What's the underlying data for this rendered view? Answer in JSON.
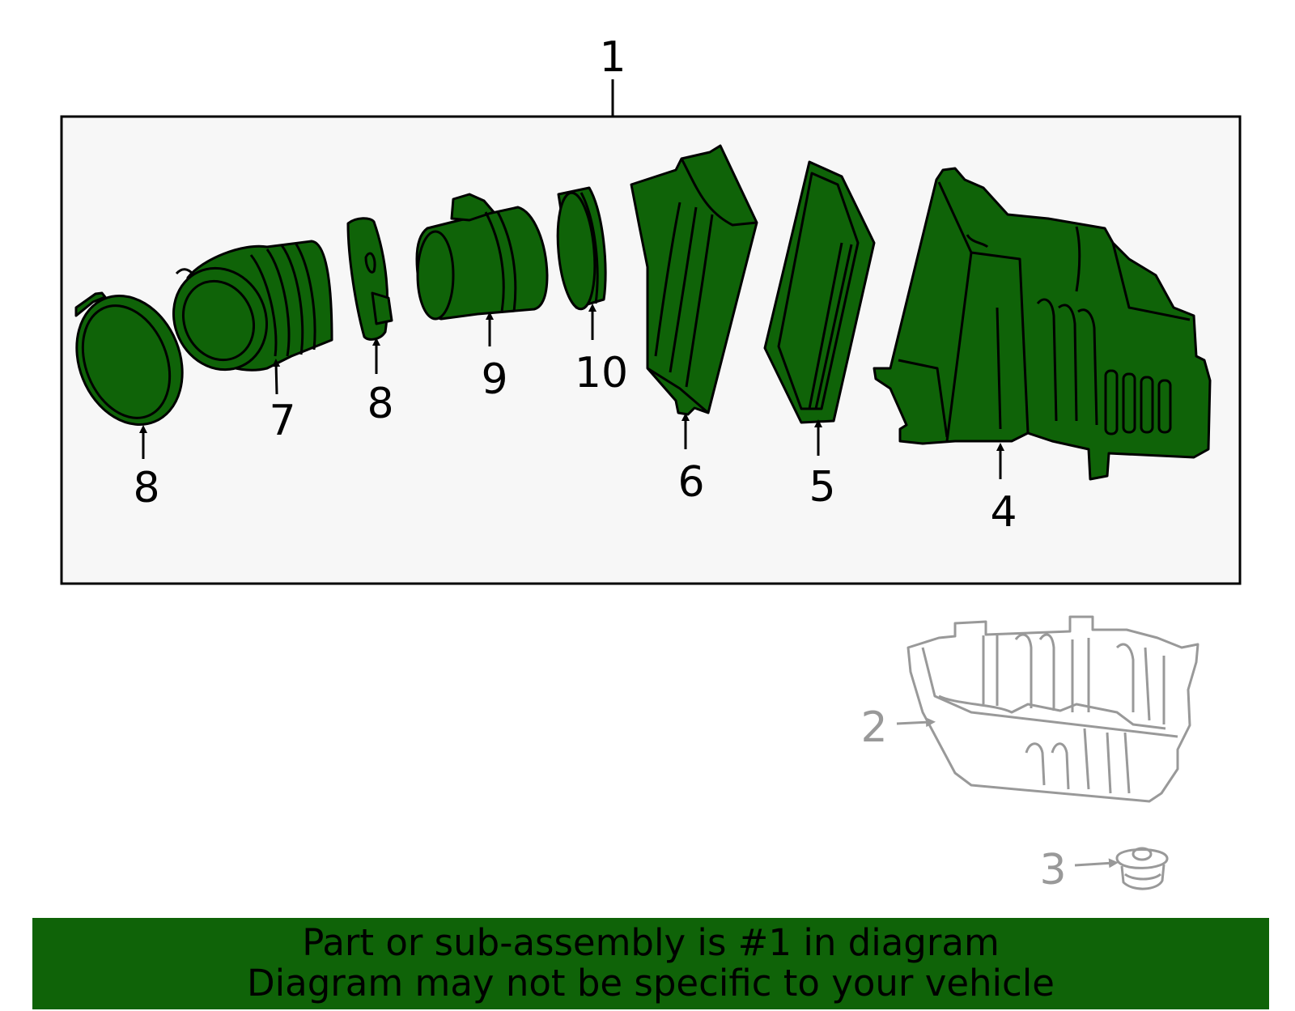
{
  "callouts": {
    "c1": "1",
    "c2": "2",
    "c3": "3",
    "c4": "4",
    "c5": "5",
    "c6": "6",
    "c7": "7",
    "c8a": "8",
    "c8b": "8",
    "c9": "9",
    "c10": "10"
  },
  "banner": {
    "line1": "Part or sub-assembly is #1 in diagram",
    "line2": "Diagram may not be specific to your vehicle"
  },
  "colors": {
    "part_fill": "#0f6308",
    "outline": "#000000",
    "unselected": "#999999",
    "box_fill": "#f7f7f7"
  }
}
